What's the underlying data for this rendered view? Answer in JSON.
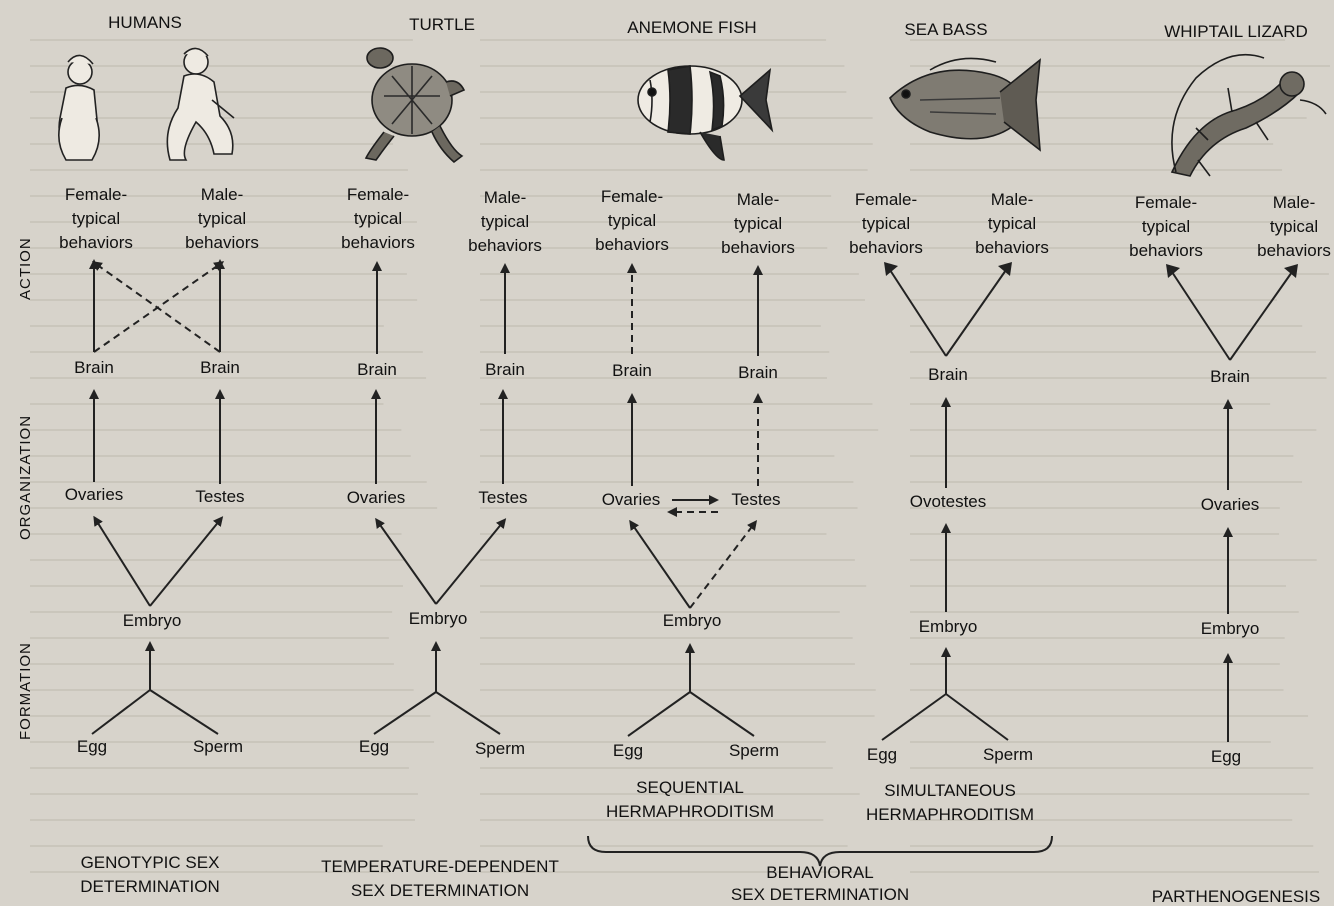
{
  "rows": [
    "ACTION",
    "ORGANIZATION",
    "FORMATION"
  ],
  "columns": [
    {
      "title": "HUMANS",
      "picture": "human-figures-icon"
    },
    {
      "title": "TURTLE",
      "picture": "turtle-icon"
    },
    {
      "title": "ANEMONE FISH",
      "picture": "anemone-fish-icon"
    },
    {
      "title": "SEA BASS",
      "picture": "sea-bass-icon"
    },
    {
      "title": "WHIPTAIL LIZARD",
      "picture": "lizard-icon"
    }
  ],
  "labels": {
    "female_typical": [
      "Female-",
      "typical",
      "behaviors"
    ],
    "male_typical": [
      "Male-",
      "typical",
      "behaviors"
    ],
    "brain": "Brain",
    "ovaries": "Ovaries",
    "testes": "Testes",
    "ovotestes": "Ovotestes",
    "embryo": "Embryo",
    "egg": "Egg",
    "sperm": "Sperm"
  },
  "captions": {
    "genotypic": [
      "GENOTYPIC SEX",
      "DETERMINATION"
    ],
    "temperature": [
      "TEMPERATURE-DEPENDENT",
      "SEX DETERMINATION"
    ],
    "sequential": [
      "SEQUENTIAL",
      "HERMAPHRODITISM"
    ],
    "simultaneous": [
      "SIMULTANEOUS",
      "HERMAPHRODITISM"
    ],
    "behavioral": [
      "BEHAVIORAL",
      "SEX DETERMINATION"
    ],
    "parthenogenesis": "PARTHENOGENESIS"
  },
  "colors": {
    "paper": "#d7d3cb",
    "ink": "#141414"
  }
}
